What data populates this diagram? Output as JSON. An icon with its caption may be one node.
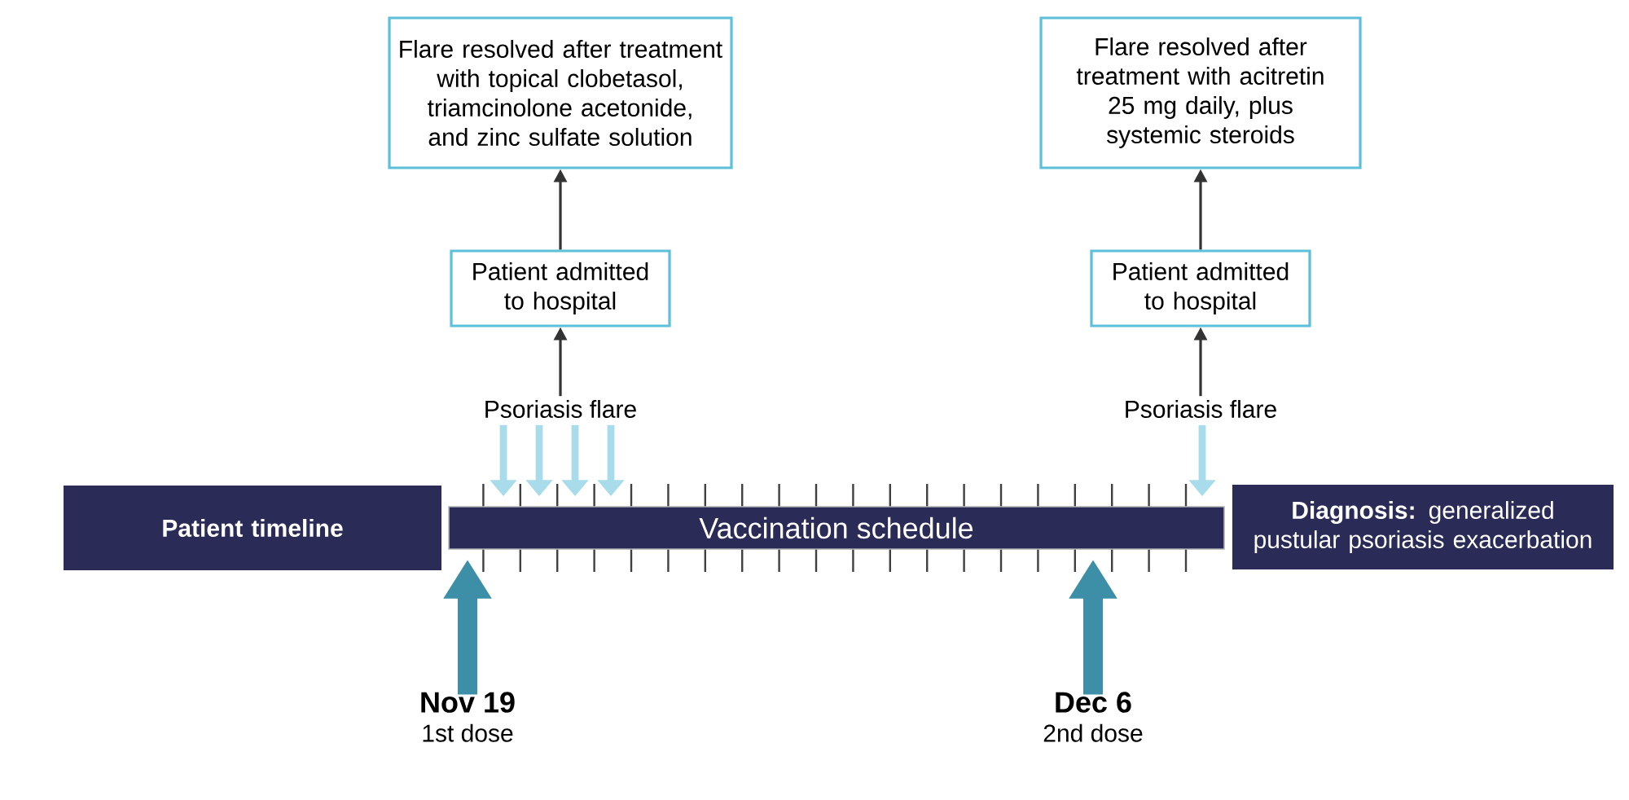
{
  "diagram": {
    "nodes": [
      {
        "text": [
          "Flare resolved after treatment with topical clobetasol, triamcinolone acetonide, and zinc sulfate solution"
        ]
      },
      {
        "text": [
          "Patient admitted to hospital"
        ]
      },
      {
        "text": [
          "Psoriasis flare"
        ]
      },
      {
        "text": [
          "Flare resolved after treatment with acitretin 25 mg daily, plus systemic steroids"
        ]
      },
      {
        "text": [
          "Patient admitted to hospital"
        ]
      },
      {
        "text": [
          "Psoriasis flare"
        ]
      },
      {
        "text": [
          "Patient timeline"
        ]
      },
      {
        "text": [
          "Vaccination schedule"
        ]
      },
      {
        "text": [
          "**Diagnosis:** generalized pustular psoriasis exacerbation"
        ]
      },
      {
        "text": [
          "Nov 19",
          "1st dose"
        ]
      },
      {
        "text": [
          "Dec 6",
          "2nd dose"
        ]
      }
    ],
    "edges": [
      {
        "from": 2,
        "to": 1,
        "arrow": "to",
        "color": "#333333"
      },
      {
        "from": 1,
        "to": 0,
        "arrow": "to",
        "color": "#333333"
      },
      {
        "from": 5,
        "to": 4,
        "arrow": "to",
        "color": "#333333"
      },
      {
        "from": 4,
        "to": 3,
        "arrow": "to",
        "color": "#333333"
      },
      {
        "from": 2,
        "to": 7,
        "arrow": "to",
        "color": "#a8dcea"
      },
      {
        "from": 2,
        "to": 7,
        "arrow": "to",
        "color": "#a8dcea"
      },
      {
        "from": 2,
        "to": 7,
        "arrow": "to",
        "color": "#a8dcea"
      },
      {
        "from": 2,
        "to": 7,
        "arrow": "to",
        "color": "#a8dcea"
      },
      {
        "from": 5,
        "to": 7,
        "arrow": "to",
        "color": "#a8dcea"
      },
      {
        "from": 9,
        "to": 7,
        "arrow": "to",
        "style": "thick",
        "color": "#3d8fa8"
      },
      {
        "from": 10,
        "to": 7,
        "arrow": "to",
        "style": "thick",
        "color": "#3d8fa8"
      }
    ]
  }
}
